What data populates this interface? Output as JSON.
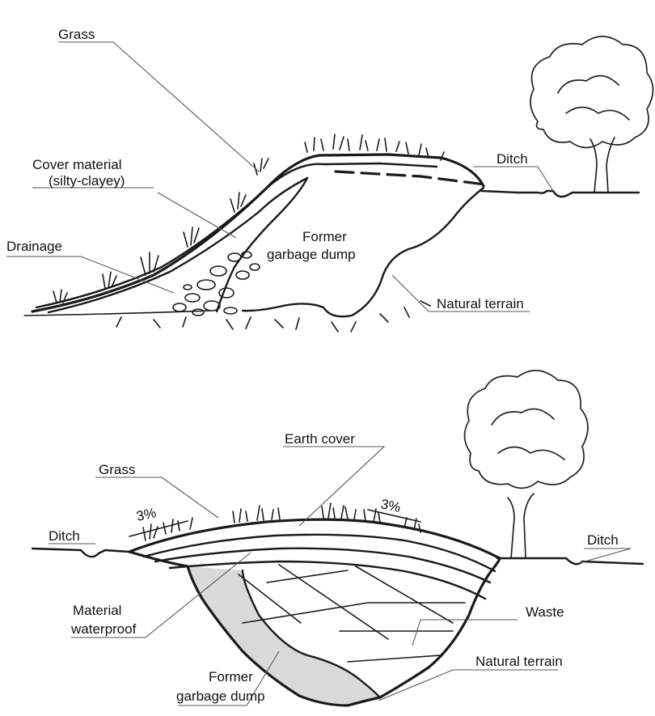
{
  "top_section": {
    "labels": {
      "grass": "Grass",
      "cover_line1": "Cover material",
      "cover_line2": "(silty-clayey)",
      "drainage": "Drainage",
      "dump_line1": "Former",
      "dump_line2": "garbage dump",
      "ditch": "Ditch",
      "natural_terrain": "Natural terrain"
    }
  },
  "bottom_section": {
    "labels": {
      "earth_cover": "Earth cover",
      "grass": "Grass",
      "slope_left": "3%",
      "slope_right": "3%",
      "ditch_left": "Ditch",
      "ditch_right": "Ditch",
      "material_line1": "Material",
      "material_line2": "waterproof",
      "waste": "Waste",
      "dump_line1": "Former",
      "dump_line2": "garbage dump",
      "natural_terrain": "Natural terrain"
    }
  },
  "colors": {
    "ink": "#1a1a1a",
    "dump_fill": "#d9d9d9"
  }
}
